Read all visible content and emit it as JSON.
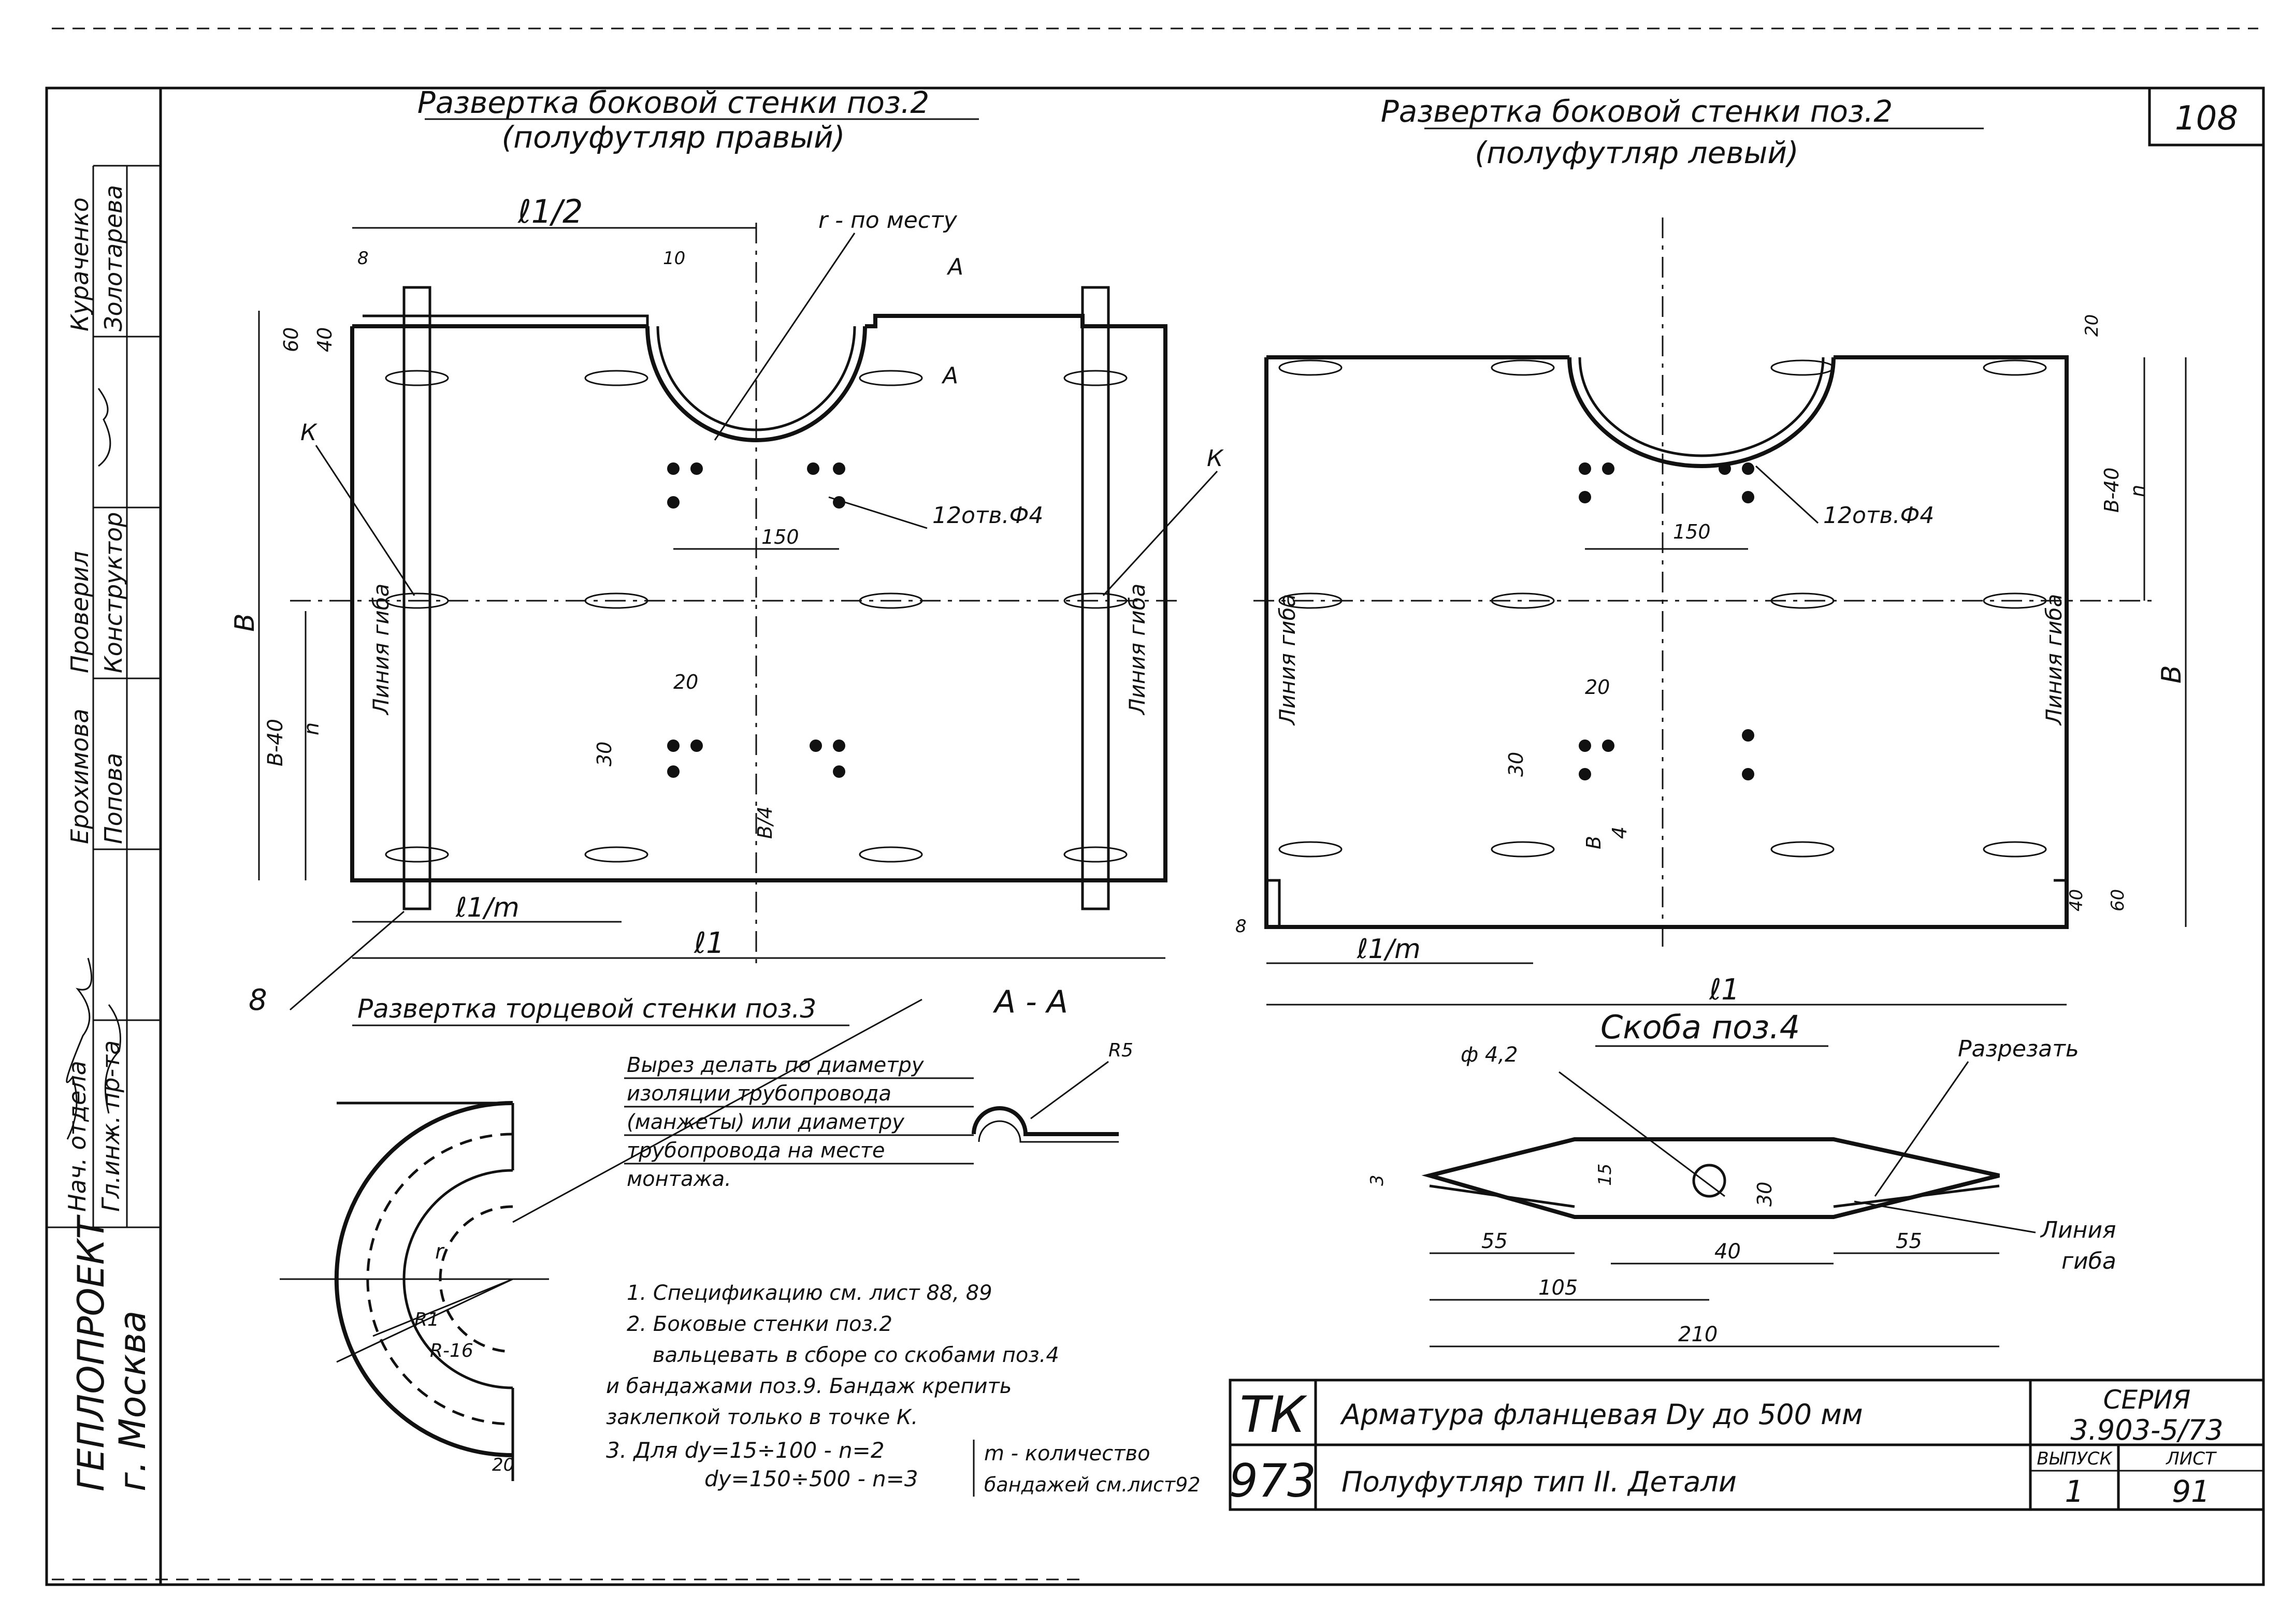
{
  "sheet": {
    "number": "108",
    "left_view": {
      "title": "Развертка боковой стенки поз.2",
      "subtitle": "(полуфутляр правый)"
    },
    "right_view": {
      "title": "Развертка боковой стенки поз.2",
      "subtitle": "(полуфутляр левый)"
    },
    "labels": {
      "l1_half": "ℓ1/2",
      "r_po_mestu": "r - по месту",
      "k": "К",
      "a": "А",
      "holes_left": "12отв.Ф4",
      "holes_right": "12отв.Ф4",
      "b": "B",
      "b_minus_40": "B-40",
      "n": "n",
      "b_over_4": "B/4",
      "b_over": "B",
      "four": "4",
      "line_gib": "Линия гиба",
      "l1_m": "ℓ1/m",
      "l1": "ℓ1",
      "l1_right": "ℓ1"
    },
    "dims": {
      "d8": "8",
      "d10": "10",
      "d60": "60",
      "d40": "40",
      "d150": "150",
      "d20": "20",
      "d30": "30",
      "d150r": "150",
      "d20r": "20",
      "d30r": "30",
      "d40r": "40",
      "d60r": "60",
      "d20top": "20",
      "d8r": "8"
    },
    "end_wall": {
      "leader8": "8",
      "title": "Развертка торцевой стенки поз.3",
      "r": "r",
      "r1": "R1",
      "r16": "R-16",
      "d20": "20"
    },
    "section": {
      "title": "А - А",
      "r5": "R5"
    },
    "cut_note": [
      "Вырез делать по диаметру",
      "изоляции трубопровода",
      "(манжеты) или диаметру",
      "трубопровода на месте",
      "монтажа."
    ],
    "bracket": {
      "title": "Скоба поз.4",
      "hole": "ф 4,2",
      "cut": "Разрезать",
      "line": "Линия",
      "gib": "гиба",
      "d3": "3",
      "d15": "15",
      "d30": "30",
      "d55l": "55",
      "d40": "40",
      "d55r": "55",
      "d105": "105",
      "d210": "210"
    },
    "notes": [
      "1. Спецификацию см. лист 88, 89",
      "2. Боковые стенки поз.2",
      "вальцевать в сборе со скобами поз.4",
      "и бандажами поз.9. Бандаж крепить",
      "заклепкой только в точке К.",
      "3. Для  dy=15÷100 - n=2",
      "dy=150÷500 - n=3",
      "m - количество",
      "бандажей см.лист92"
    ],
    "stamp_side": {
      "org": "ГЕПЛОПРОЕКТ",
      "city": "г. Москва",
      "rows": [
        {
          "role": "Нач. отдела",
          "name": ""
        },
        {
          "role": "Гл.инж. пр-та",
          "name": ""
        },
        {
          "role": "Проверил",
          "name": "Ерохимова"
        },
        {
          "role": "Конструктор",
          "name": "Попова"
        },
        {
          "role": "",
          "name": "Кураченко"
        },
        {
          "role": "",
          "name": "Золотарева"
        }
      ]
    },
    "title_block": {
      "code_top": "ТК",
      "code_bottom": "973",
      "line1": "Арматура фланцевая Dy до 500 мм",
      "line2": "Полуфутляр тип II. Детали",
      "series_label": "СЕРИЯ",
      "series": "3.903-5/73",
      "issue_label": "ВЫПУСК",
      "sheet_label": "ЛИСТ",
      "issue": "1",
      "sheet": "91"
    }
  }
}
